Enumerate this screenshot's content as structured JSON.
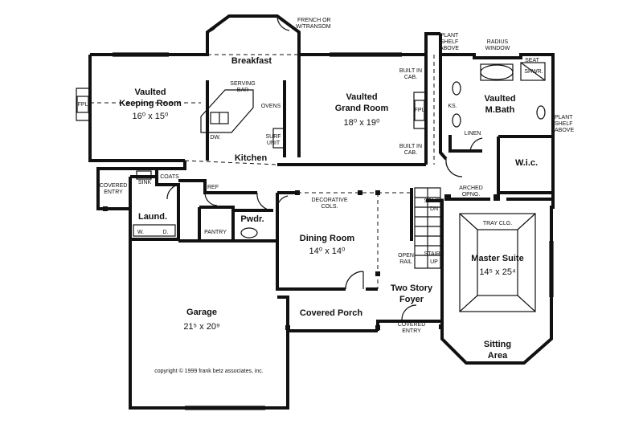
{
  "rooms": {
    "breakfast": "Breakfast",
    "keeping_title": "Vaulted",
    "keeping_title2": "Keeping Room",
    "keeping_dim": "16⁰ x 15⁰",
    "grand_title": "Vaulted",
    "grand_title2": "Grand Room",
    "grand_dim": "18⁰ x 19⁰",
    "mbath_title": "Vaulted",
    "mbath_title2": "M.Bath",
    "kitchen": "Kitchen",
    "laund": "Laund.",
    "pwdr": "Pwdr.",
    "dining_title": "Dining Room",
    "dining_dim": "14⁰ x 14⁰",
    "garage_title": "Garage",
    "garage_dim": "21⁵ x 20⁹",
    "porch": "Covered Porch",
    "foyer_title": "Two Story",
    "foyer_title2": "Foyer",
    "master_title": "Master Suite",
    "master_dim": "14⁵ x 25⁴",
    "sitting_title": "Sitting",
    "sitting_title2": "Area",
    "wic": "W.i.c."
  },
  "labels": {
    "french": "FRENCH OR",
    "transom": "W/TRANSOM",
    "plant_shelf_1": "PLANT",
    "plant_shelf_2": "SHELF",
    "plant_shelf_3": "ABOVE",
    "radius_1": "RADIUS",
    "radius_2": "WINDOW",
    "seat": "SEAT",
    "shwr": "SHWR.",
    "plant_r_1": "PLANT",
    "plant_r_2": "SHELF",
    "plant_r_3": "ABOVE",
    "fpl_left": "FPL",
    "fpl_grand": "FPL",
    "serving_1": "SERVING",
    "serving_2": "BAR",
    "ovens": "OVENS",
    "dw": "DW.",
    "surf_1": "SURF",
    "surf_2": "UNIT",
    "built_in_1": "BUILT IN",
    "built_in_2": "CAB.",
    "built_in_3": "BUILT IN",
    "built_in_4": "CAB.",
    "ks": "KS.",
    "linen": "LINEN",
    "covered_entry_1": "COVERED",
    "covered_entry_2": "ENTRY",
    "sink": "SINK",
    "coats": "COATS",
    "ref": "REF",
    "pantry": "PANTRY",
    "decorative_1": "DECORATIVE",
    "decorative_2": "COLS.",
    "arched_1": "ARCHED",
    "arched_2": "OPNG.",
    "tray": "TRAY CLG.",
    "dn": "DN",
    "stairs_dn": "STAIRS",
    "open_1": "OPEN",
    "open_2": "RAIL",
    "up": "UP",
    "stairs_up": "STAIRS",
    "w": "W.",
    "d": "D.",
    "front_entry_1": "COVERED",
    "front_entry_2": "ENTRY",
    "copyright": "copyright © 1999 frank betz associates, inc."
  }
}
